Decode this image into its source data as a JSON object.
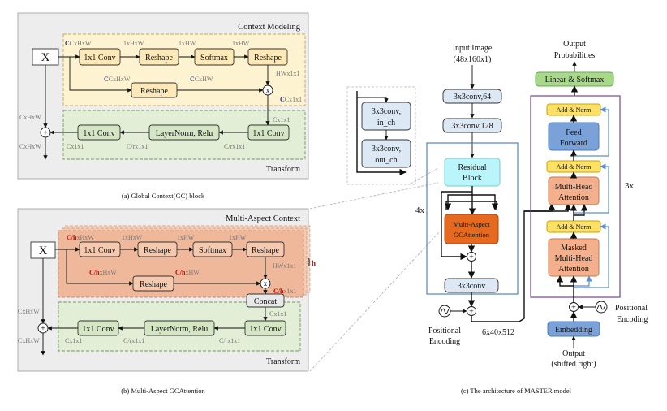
{
  "gc": {
    "title": "Context Modeling",
    "transform": "Transform",
    "x": "X",
    "conv1": "1x1 Conv",
    "reshape1": "Reshape",
    "softmax": "Softmax",
    "reshape2": "Reshape",
    "reshape3": "Reshape",
    "conv2": "1x1 Conv",
    "layernorm": "LayerNorm, Relu",
    "conv3": "1x1 Conv",
    "mult": "x",
    "plus": "+",
    "d_cxhxw_top": "CxHxW",
    "d_1xhxw": "1xHxW",
    "d_1xhw_a": "1xHW",
    "d_1xhw_b": "1xHW",
    "d_hwx1x1": "HWx1x1",
    "d_cxhxw_mid": "CxHxW",
    "d_cxhw": "CxHW",
    "d_cx1x1_a": "Cx1x1",
    "d_cx1x1_b": "Cx1x1",
    "d_crx1x1_a": "C/rx1x1",
    "d_crx1x1_b": "C/rx1x1",
    "d_cx1x1_c": "Cx1x1",
    "d_cxhxw_left": "CxHxW",
    "d_cxhxw_out": "CxHxW",
    "caption": "(a) Global Context(GC) block"
  },
  "ma": {
    "title": "Multi-Aspect Context",
    "transform": "Transform",
    "x": "X",
    "conv1": "1x1 Conv",
    "reshape1": "Reshape",
    "softmax": "Softmax",
    "reshape2": "Reshape",
    "reshape3": "Reshape",
    "concat": "Concat",
    "conv2": "1x1 Conv",
    "layernorm": "LayerNorm, Relu",
    "conv3": "1x1 Conv",
    "mult": "x",
    "plus": "+",
    "h": "h",
    "d_ch": "C/h",
    "d_xhxw": "xHxW",
    "d_1xhxw": "1xHxW",
    "d_1xhw_a": "1xHW",
    "d_1xhw_b": "1xHW",
    "d_hwx1x1": "HWx1x1",
    "d_xhw": "xHW",
    "d_x1x1": "x1x1",
    "d_cx1x1_a": "Cx1x1",
    "d_crx1x1_a": "C/rx1x1",
    "d_crx1x1_b": "C/rx1x1",
    "d_cx1x1_b": "Cx1x1",
    "d_cxhxw_left": "CxHxW",
    "d_cxhxw_out": "CxHxW",
    "caption": "(b) Multi-Aspect GCAttention"
  },
  "master": {
    "res_conv1": "3x3conv,",
    "res_conv1b": "in_ch",
    "res_conv2": "3x3conv,",
    "res_conv2b": "out_ch",
    "input1": "Input Image",
    "input2": "(48x160x1)",
    "conv64": "3x3conv,64",
    "conv128": "3x3conv,128",
    "residual1": "Residual",
    "residual2": "Block",
    "four_x": "4x",
    "mag1": "Multi-Aspect",
    "mag2": "GCAttention",
    "conv3": "3x3conv",
    "pos_left1": "Positional",
    "pos_left2": "Encoding",
    "size": "6x40x512",
    "output_prob1": "Output",
    "output_prob2": "Probabilities",
    "linear": "Linear & Softmax",
    "addnorm1": "Add & Norm",
    "ff1": "Feed",
    "ff2": "Forward",
    "addnorm2": "Add & Norm",
    "mha1": "Multi-Head",
    "mha2": "Attention",
    "addnorm3": "Add & Norm",
    "mmha1": "Masked",
    "mmha2": "Multi-Head",
    "mmha3": "Attention",
    "three_x": "3x",
    "pos_right1": "Positional",
    "pos_right2": "Encoding",
    "embedding": "Embedding",
    "out1": "Output",
    "out2": "(shifted right)",
    "plus": "+",
    "caption": "(c) The architecture of MASTER model"
  }
}
